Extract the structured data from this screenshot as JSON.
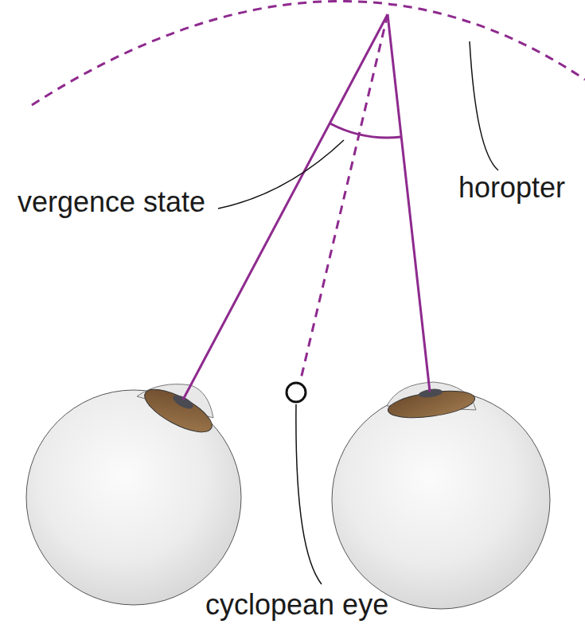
{
  "diagram": {
    "labels": [
      "vergence state",
      "horopter",
      "cyclopean eye"
    ]
  }
}
